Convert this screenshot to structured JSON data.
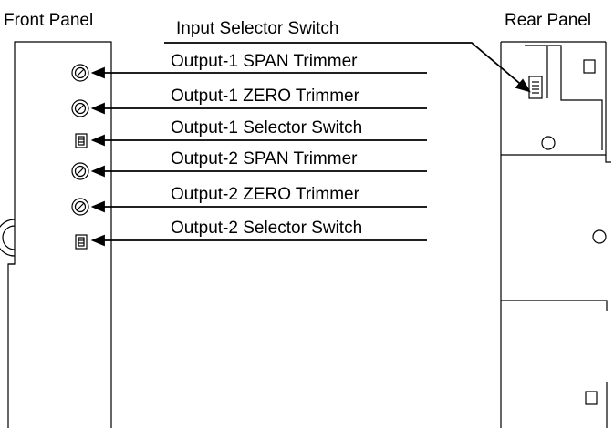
{
  "front_panel": {
    "title": "Front Panel"
  },
  "rear_panel": {
    "title": "Rear Panel"
  },
  "callouts": {
    "input_selector": "Input Selector Switch",
    "out1_span": "Output-1 SPAN Trimmer",
    "out1_zero": "Output-1 ZERO Trimmer",
    "out1_selector": "Output-1 Selector Switch",
    "out2_span": "Output-2 SPAN Trimmer",
    "out2_zero": "Output-2 ZERO Trimmer",
    "out2_selector": "Output-2 Selector Switch"
  }
}
